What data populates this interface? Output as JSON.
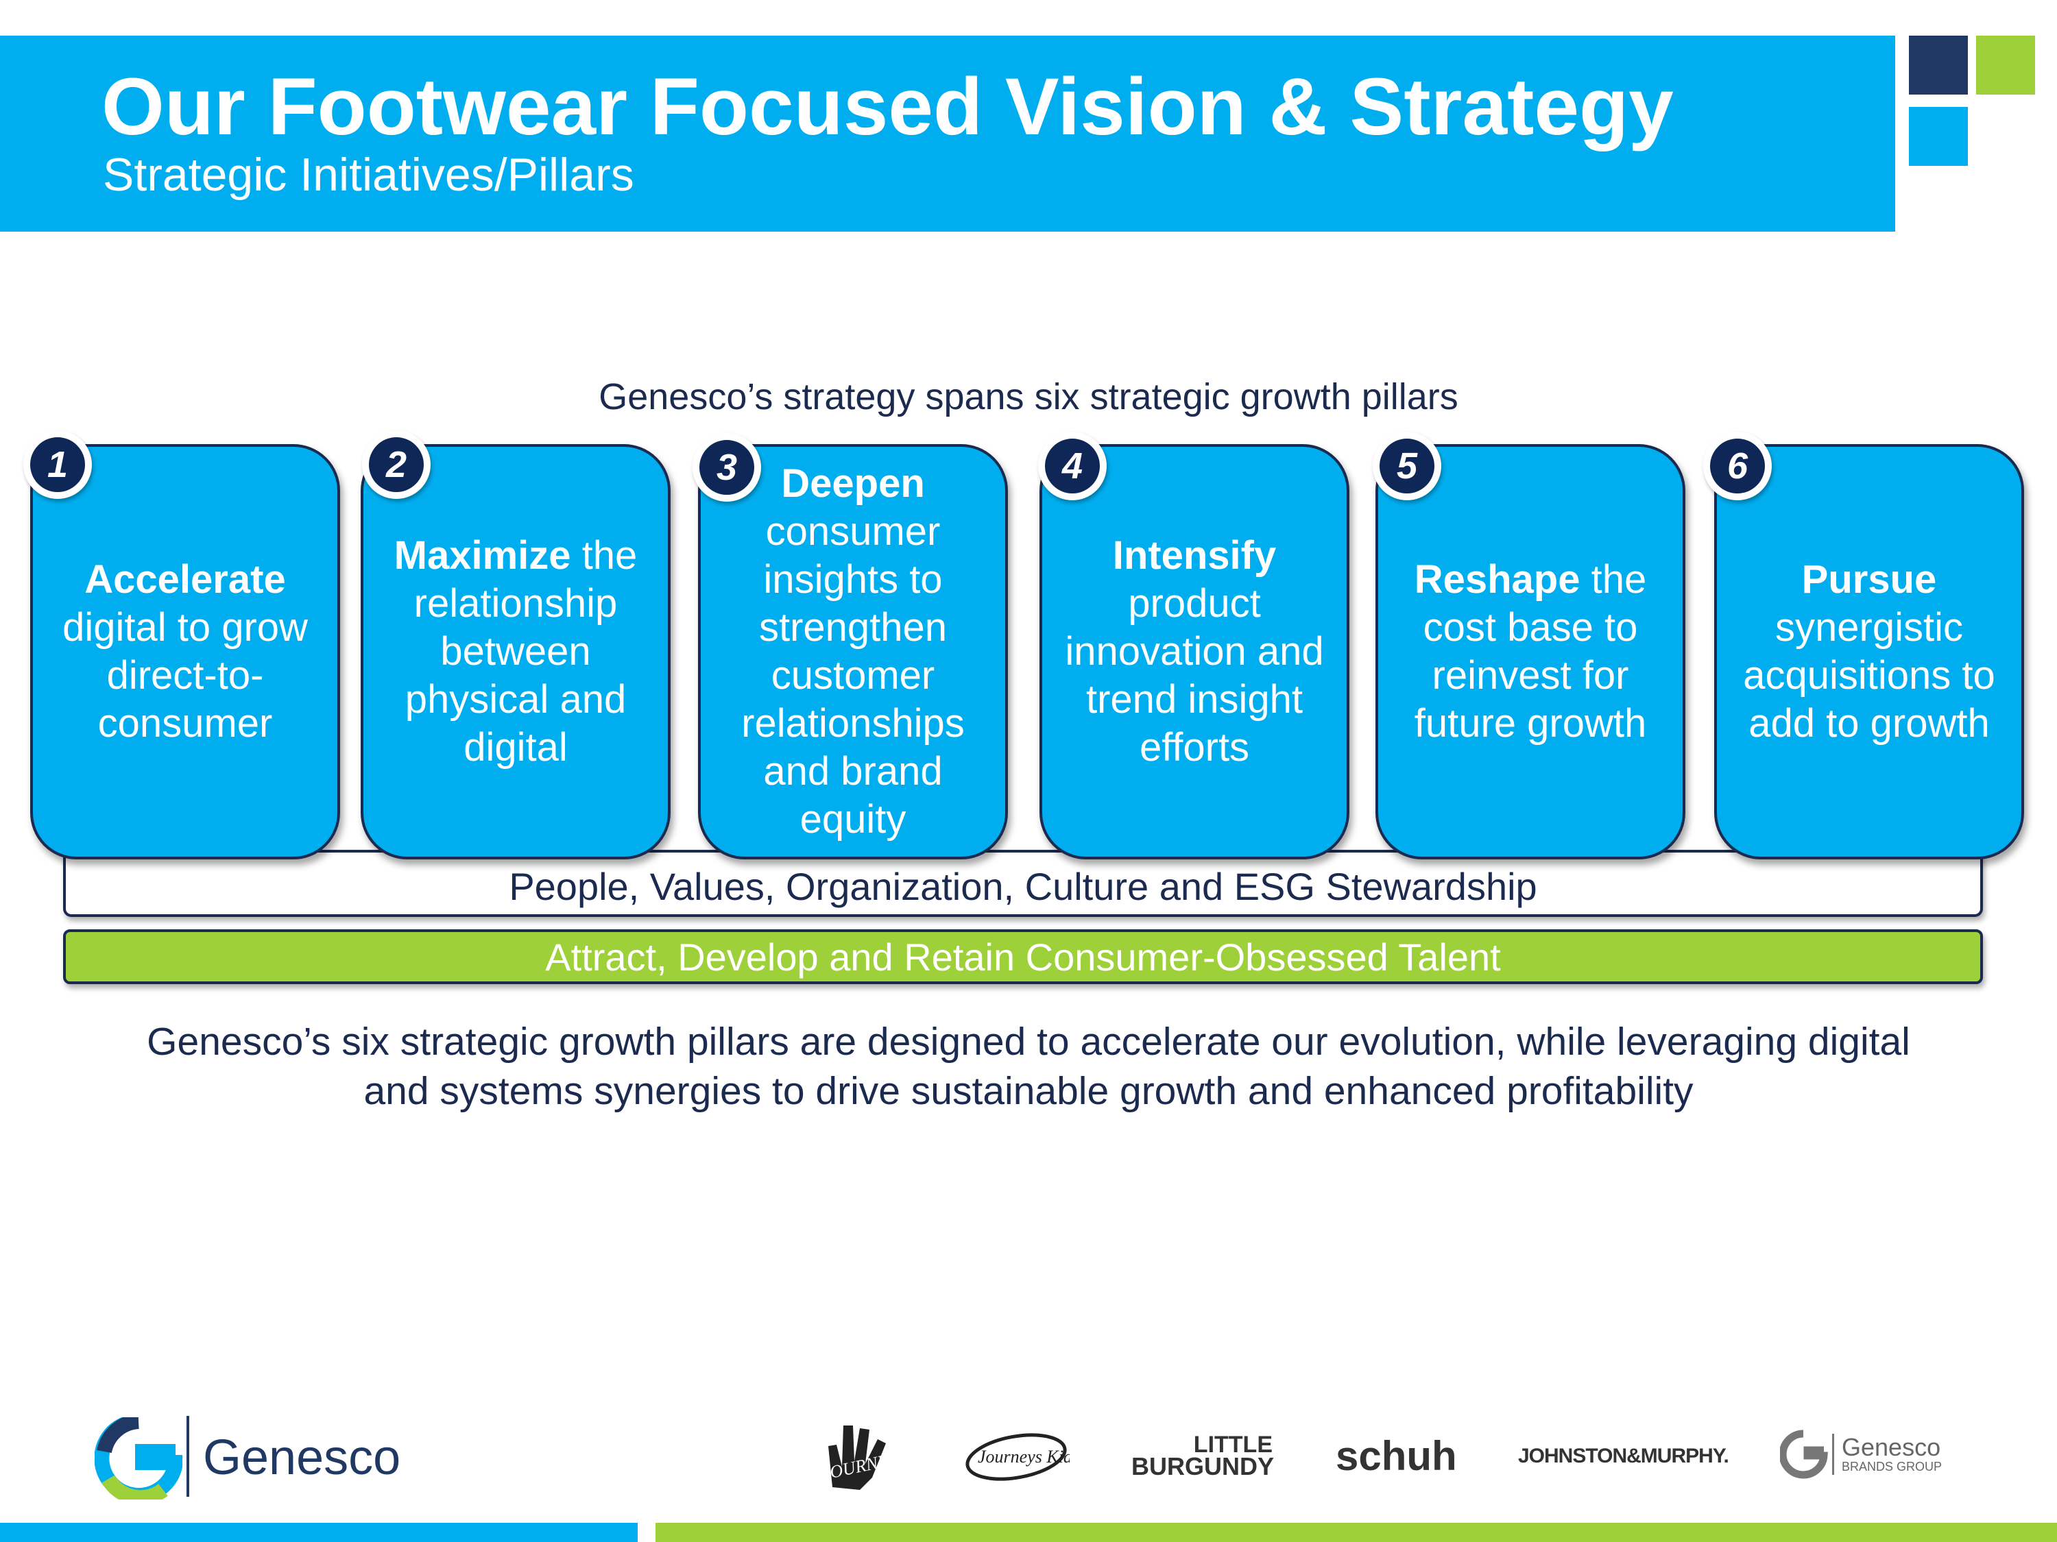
{
  "header": {
    "title": "Our Footwear Focused Vision & Strategy",
    "subtitle": "Strategic Initiatives/Pillars"
  },
  "intro": "Genesco’s strategy spans six strategic growth pillars",
  "pillars": [
    {
      "number": "1",
      "bold": "Accelerate",
      "rest": "digital to grow direct-to-consumer"
    },
    {
      "number": "2",
      "bold": "Maximize",
      "rest": "the relationship between physical and digital"
    },
    {
      "number": "3",
      "bold": "Deepen",
      "rest": "consumer insights to strengthen customer relationships and brand equity"
    },
    {
      "number": "4",
      "bold": "Intensify",
      "rest": "product innovation and trend insight efforts"
    },
    {
      "number": "5",
      "bold": "Reshape",
      "rest": "the cost base to reinvest for future growth"
    },
    {
      "number": "6",
      "bold": "Pursue",
      "rest": "synergistic acquisitions to add to growth"
    }
  ],
  "foundation": {
    "people": "People, Values, Organization, Culture and ESG Stewardship",
    "talent": "Attract, Develop and Retain Consumer-Obsessed Talent"
  },
  "summary": {
    "line1": "Genesco’s six strategic growth pillars are designed to accelerate our evolution, while leveraging digital",
    "line2": "and systems synergies to drive sustainable growth and enhanced profitability"
  },
  "footer": {
    "company_logo_text": "Genesco",
    "brands": [
      "JOURNEYS",
      "Journeys Kidz",
      "LITTLE BURGUNDY",
      "schuh",
      "JOHNSTON & MURPHY",
      "Genesco BRANDS GROUP"
    ]
  },
  "colors": {
    "brand_blue": "#00aeef",
    "brand_navy": "#1f3864",
    "brand_green": "#9ed03a"
  }
}
